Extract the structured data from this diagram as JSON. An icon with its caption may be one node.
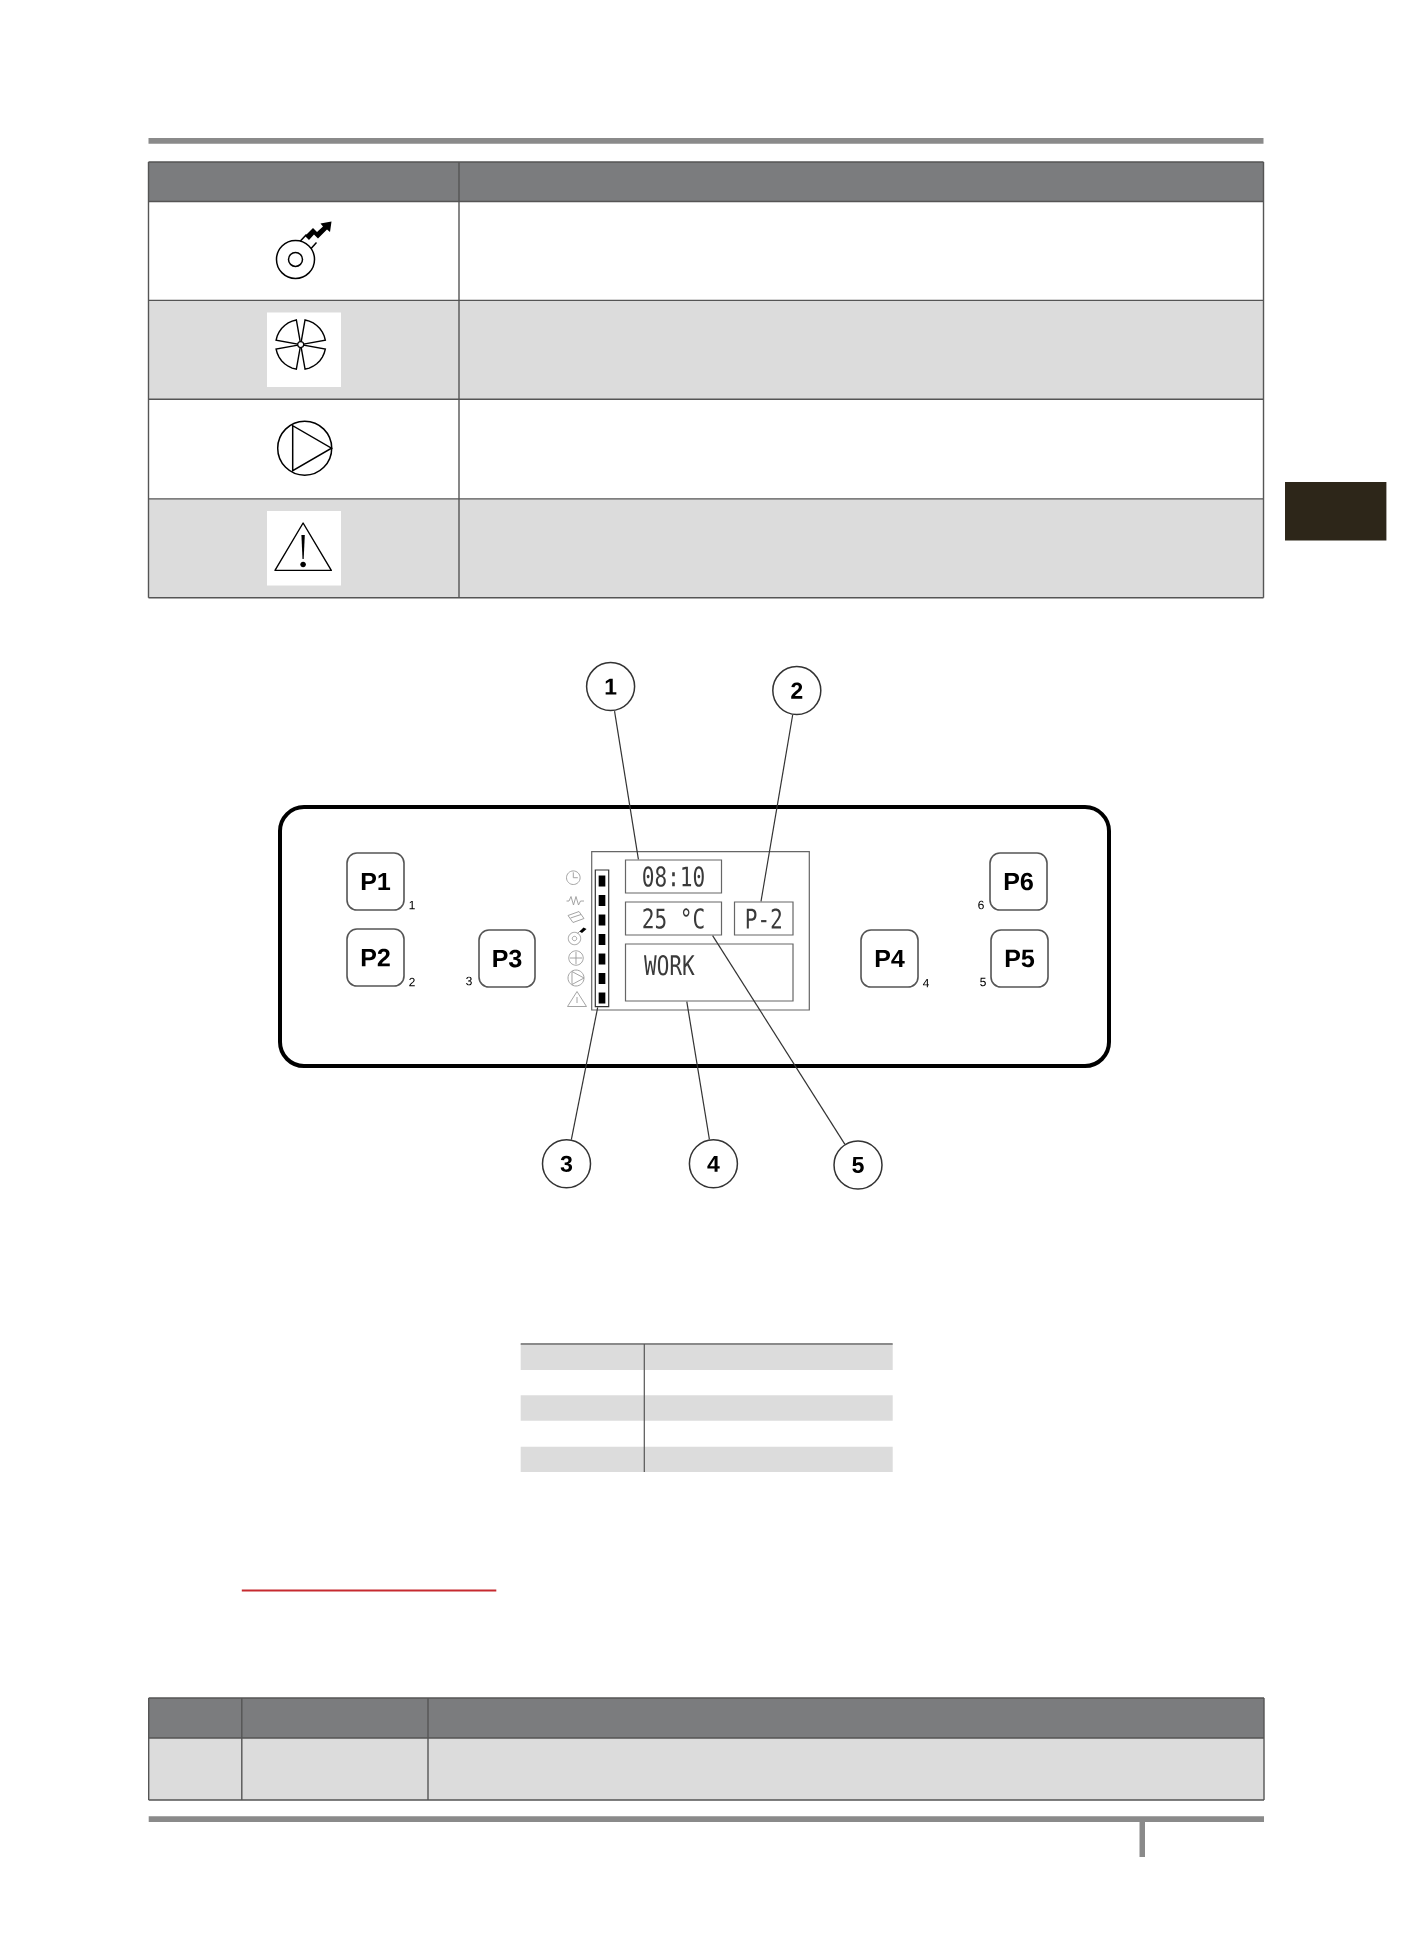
{
  "diagram": {
    "nodes": [
      {
        "text": [],
        "shape": "box"
      },
      {
        "text": [
          "1"
        ]
      },
      {
        "text": [
          "2"
        ]
      },
      {
        "text": [],
        "shape": "box"
      },
      {
        "text": [
          "P1"
        ],
        "in": 3,
        "beside": [
          "1"
        ]
      },
      {
        "text": [
          "P2"
        ],
        "in": 3,
        "beside": [
          "2"
        ]
      },
      {
        "text": [
          "P3"
        ],
        "in": 3,
        "beside": [
          "3"
        ]
      },
      {
        "text": [],
        "shape": "box",
        "in": 3
      },
      {
        "text": [],
        "shape": "bar",
        "in": 7
      },
      {
        "text": [
          "08:10"
        ],
        "in": 7
      },
      {
        "text": [
          "25 °C"
        ],
        "in": 7
      },
      {
        "text": [
          "P-2"
        ],
        "in": 7
      },
      {
        "text": [
          "WORK"
        ],
        "in": 7
      },
      {
        "text": [
          "P4"
        ],
        "in": 3,
        "beside": [
          "4"
        ]
      },
      {
        "text": [
          "P5"
        ],
        "in": 3,
        "beside": [
          "5"
        ]
      },
      {
        "text": [
          "P6"
        ],
        "in": 3,
        "beside": [
          "6"
        ]
      },
      {
        "text": [
          "3"
        ]
      },
      {
        "text": [
          "4"
        ]
      },
      {
        "text": [
          "5"
        ]
      }
    ],
    "edges": [
      {
        "from": 1,
        "to": 9,
        "arrow": "none"
      },
      {
        "from": 2,
        "to": 11,
        "arrow": "none"
      },
      {
        "from": 16,
        "to": 8,
        "arrow": "none"
      },
      {
        "from": 17,
        "to": 12,
        "arrow": "none"
      },
      {
        "from": 18,
        "to": 10,
        "arrow": "none"
      }
    ]
  }
}
